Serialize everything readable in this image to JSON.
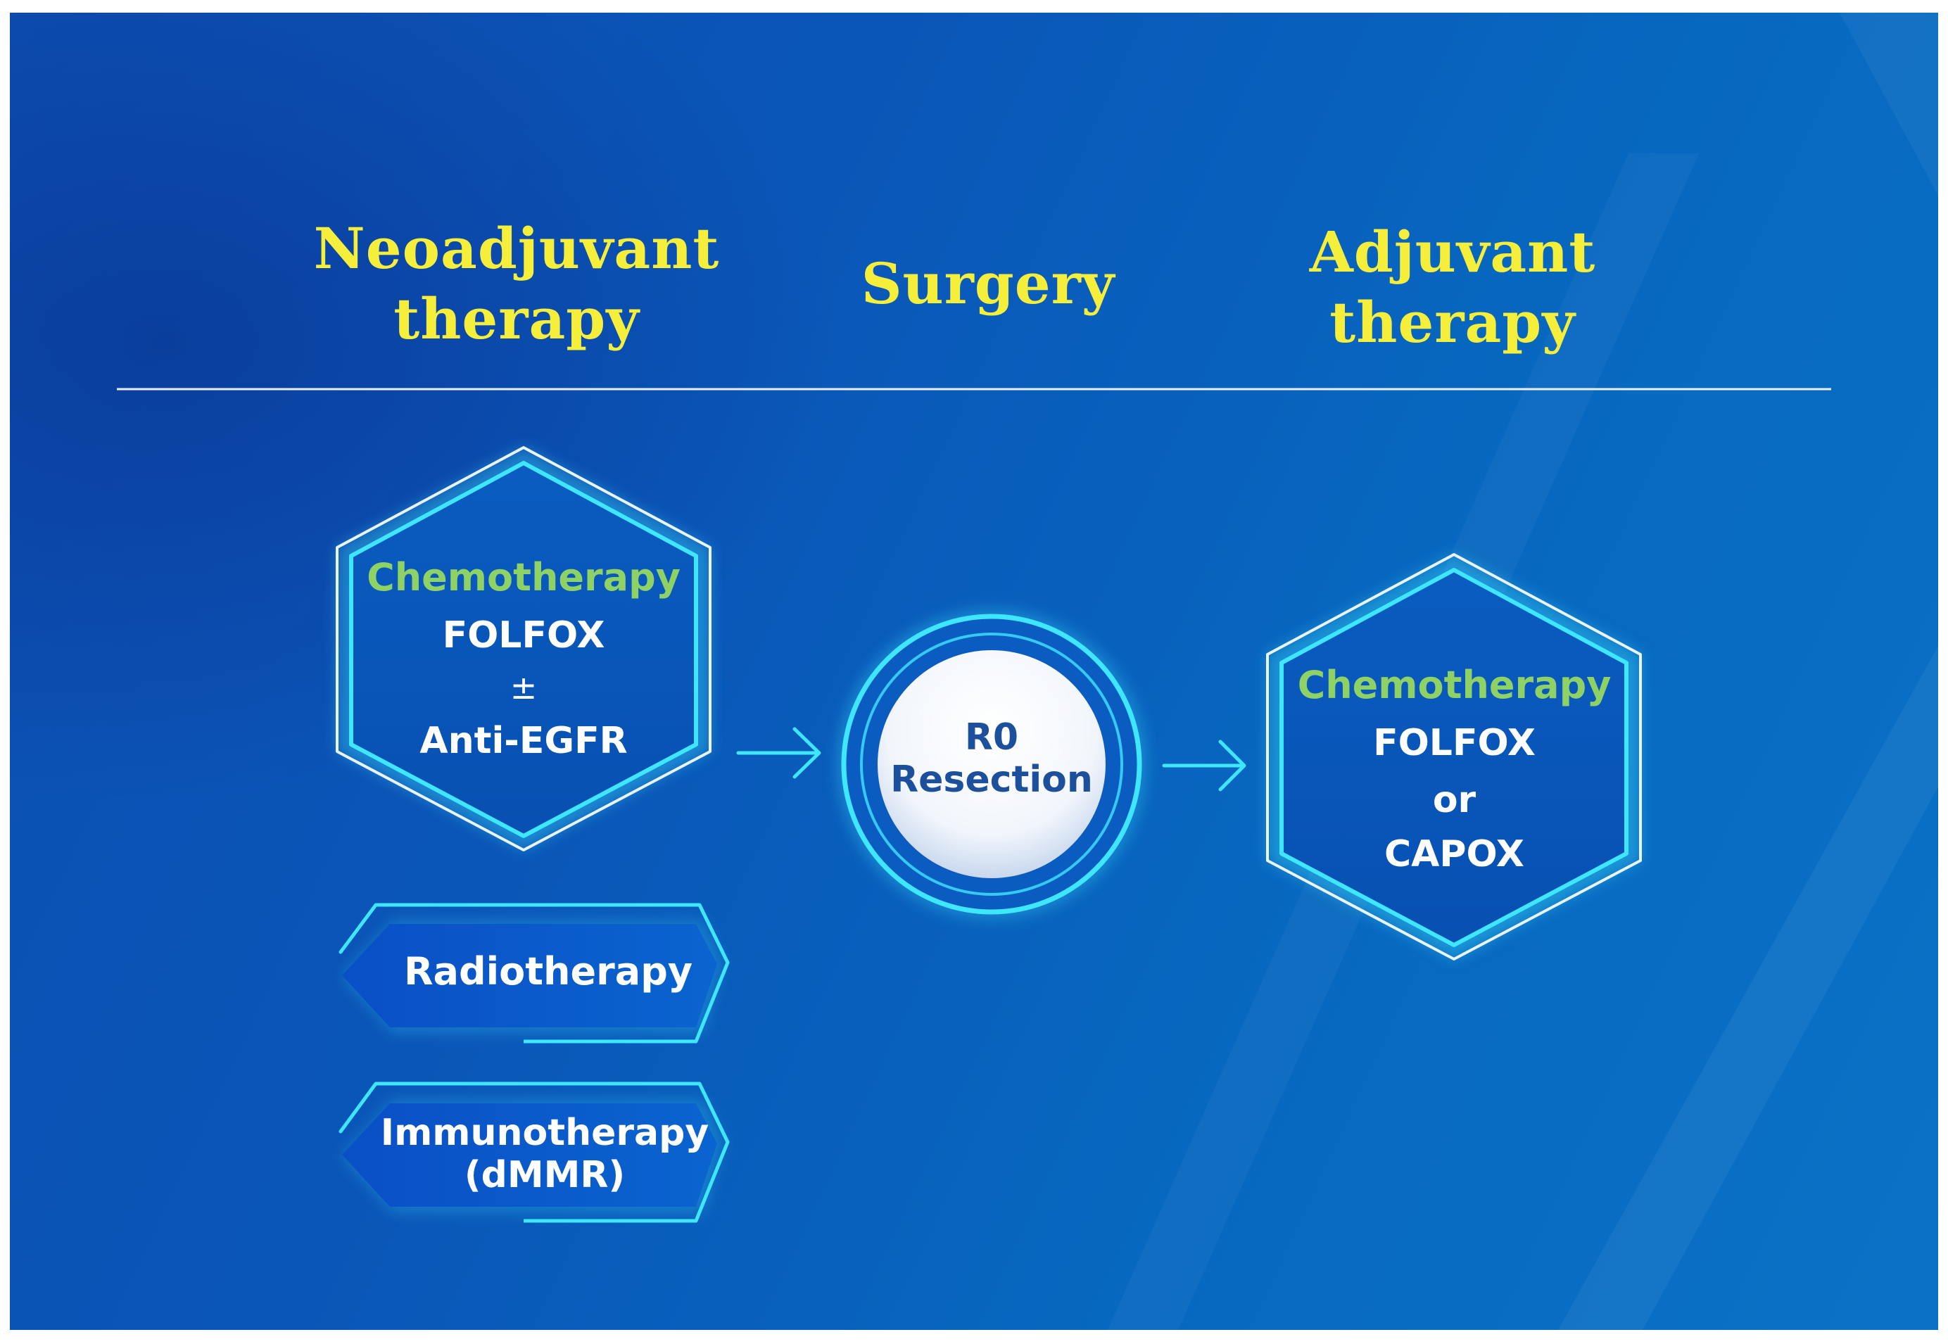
{
  "headings": {
    "neoadjuvant": [
      "Neoadjuvant",
      "therapy"
    ],
    "surgery": "Surgery",
    "adjuvant": [
      "Adjuvant",
      "therapy"
    ]
  },
  "neoadjuvant_box": {
    "category": "Chemotherapy",
    "lines": [
      "FOLFOX",
      "±",
      "Anti-EGFR"
    ]
  },
  "surgery_box": {
    "lines": [
      "R0",
      "Resection"
    ]
  },
  "adjuvant_box": {
    "category": "Chemotherapy",
    "lines": [
      "FOLFOX",
      "or",
      "CAPOX"
    ]
  },
  "tags": {
    "radiotherapy": [
      "Radiotherapy"
    ],
    "immunotherapy": [
      "Immunotherapy",
      "(dMMR)"
    ]
  },
  "colors": {
    "heading": "#f5ef3c",
    "category": "#8ed266",
    "glow": "#3fe6ff",
    "background": "#0a56b8"
  }
}
